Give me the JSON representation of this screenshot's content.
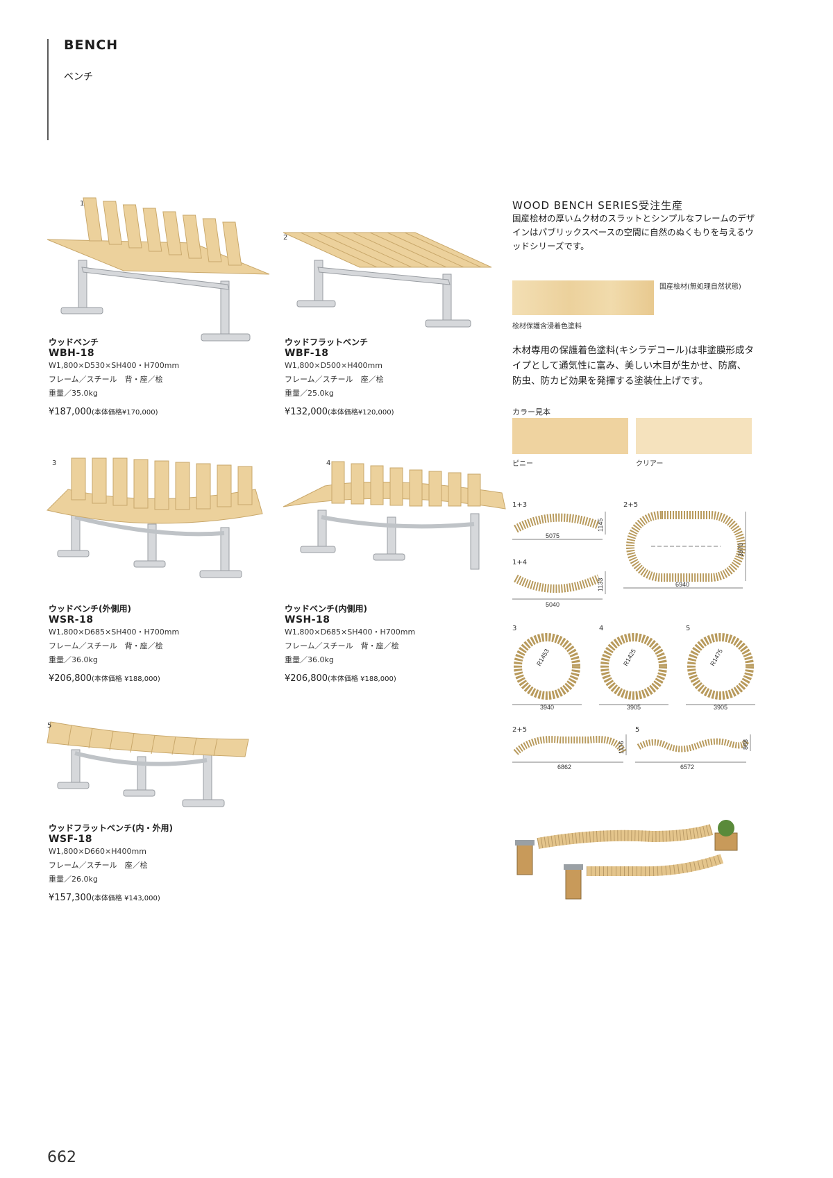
{
  "header": {
    "title": "BENCH",
    "subtitle": "ベンチ"
  },
  "products": [
    {
      "num": "1",
      "name": "ウッドベンチ",
      "code": "WBH-18",
      "size": "W1,800×D530×SH400・H700mm",
      "material": "フレーム／スチール　背・座／桧",
      "weight": "重量／35.0kg",
      "price": "¥187,000",
      "price_note": "(本体価格¥170,000)"
    },
    {
      "num": "2",
      "name": "ウッドフラットベンチ",
      "code": "WBF-18",
      "size": "W1,800×D500×H400mm",
      "material": "フレーム／スチール　座／桧",
      "weight": "重量／25.0kg",
      "price": "¥132,000",
      "price_note": "(本体価格¥120,000)"
    },
    {
      "num": "3",
      "name": "ウッドベンチ(外側用)",
      "code": "WSR-18",
      "size": "W1,800×D685×SH400・H700mm",
      "material": "フレーム／スチール　背・座／桧",
      "weight": "重量／36.0kg",
      "price": "¥206,800",
      "price_note": "(本体価格 ¥188,000)"
    },
    {
      "num": "4",
      "name": "ウッドベンチ(内側用)",
      "code": "WSH-18",
      "size": "W1,800×D685×SH400・H700mm",
      "material": "フレーム／スチール　背・座／桧",
      "weight": "重量／36.0kg",
      "price": "¥206,800",
      "price_note": "(本体価格 ¥188,000)"
    },
    {
      "num": "5",
      "name": "ウッドフラットベンチ(内・外用)",
      "code": "WSF-18",
      "size": "W1,800×D660×H400mm",
      "material": "フレーム／スチール　座／桧",
      "weight": "重量／26.0kg",
      "price": "¥157,300",
      "price_note": "(本体価格 ¥143,000)"
    }
  ],
  "series": {
    "title": "WOOD BENCH SERIES受注生産",
    "text": "国産桧材の厚いムク材のスラットとシンプルなフレームのデザインはパブリックスペースの空間に自然のぬくもりを与えるウッドシリーズです。",
    "swatch_top_label": "国産桧材(無処理自然状態)",
    "swatch_bottom_label": "桧材保護含浸着色塗料",
    "body": "木材専用の保護着色塗料(キシラデコール)は非塗膜形成タイプとして通気性に富み、美しい木目が生かせ、防腐、防虫、防カビ効果を発揮する塗装仕上げです。",
    "color_title": "カラー見本",
    "colors": [
      {
        "name": "ピニー",
        "hex": "#efd3a0"
      },
      {
        "name": "クリアー",
        "hex": "#f5e2bd"
      }
    ]
  },
  "diagrams": {
    "d13": {
      "label": "1+3",
      "w": "5075",
      "h": "1145"
    },
    "d25": {
      "label": "2+5",
      "w": "6940",
      "h": "3970"
    },
    "d14": {
      "label": "1+4",
      "w": "5040",
      "h": "1133"
    },
    "c3": {
      "label": "3",
      "r": "R1453",
      "w": "3940"
    },
    "c4": {
      "label": "4",
      "r": "R1425",
      "w": "3905"
    },
    "c5": {
      "label": "5",
      "r": "R1475",
      "w": "3905"
    },
    "w25": {
      "label": "2+5",
      "w": "6862",
      "h": "1116"
    },
    "w5": {
      "label": "5",
      "w": "6572",
      "h": "888"
    }
  },
  "page_number": "662",
  "colors": {
    "wood": "#ecd19c",
    "frame": "#d9dcdf",
    "text": "#1e1e1e"
  }
}
